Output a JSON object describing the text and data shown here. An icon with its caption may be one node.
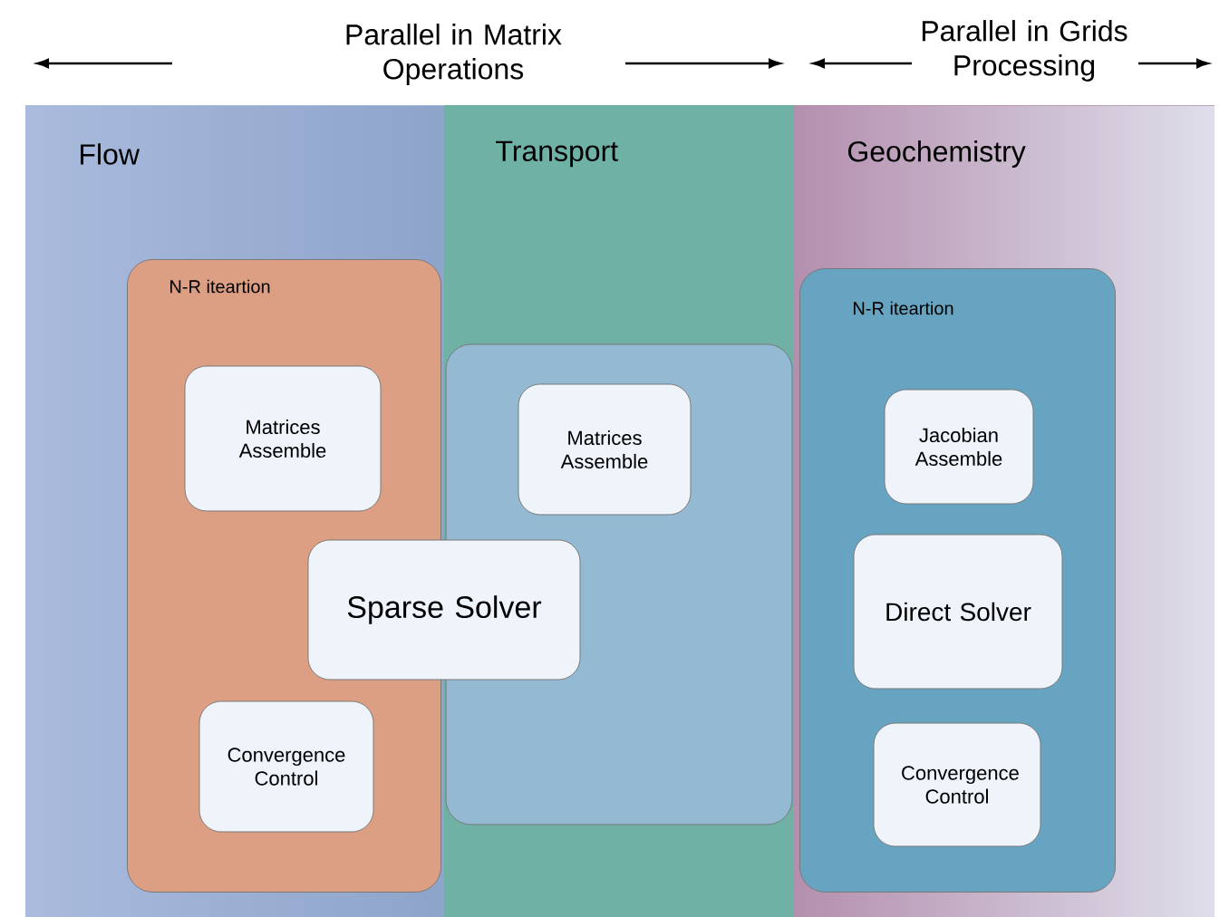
{
  "diagram": {
    "nodes": [
      {
        "text": [
          "Flow"
        ]
      },
      {
        "text": [
          "Transport"
        ]
      },
      {
        "text": [
          "Geochemistry"
        ]
      },
      {
        "text": [
          "N-R iteartion"
        ],
        "in": 0
      },
      {
        "text": [
          "Matrices Assemble"
        ],
        "in": 3
      },
      {
        "text": [
          "Convergence Control"
        ],
        "in": 3
      },
      {
        "text": [],
        "shape": "box",
        "in": 1
      },
      {
        "text": [
          "Matrices Assemble"
        ],
        "in": 6
      },
      {
        "text": [
          "Sparse Solver"
        ]
      },
      {
        "text": [
          "N-R iteartion"
        ],
        "in": 2
      },
      {
        "text": [
          "Jacobian Assemble"
        ],
        "in": 9
      },
      {
        "text": [
          "Direct Solver"
        ],
        "in": 9
      },
      {
        "text": [
          "Convergence Control"
        ],
        "in": 9
      }
    ],
    "labels": [
      "Parallel in Matrix Operations",
      "Parallel in Grids Processing"
    ]
  }
}
